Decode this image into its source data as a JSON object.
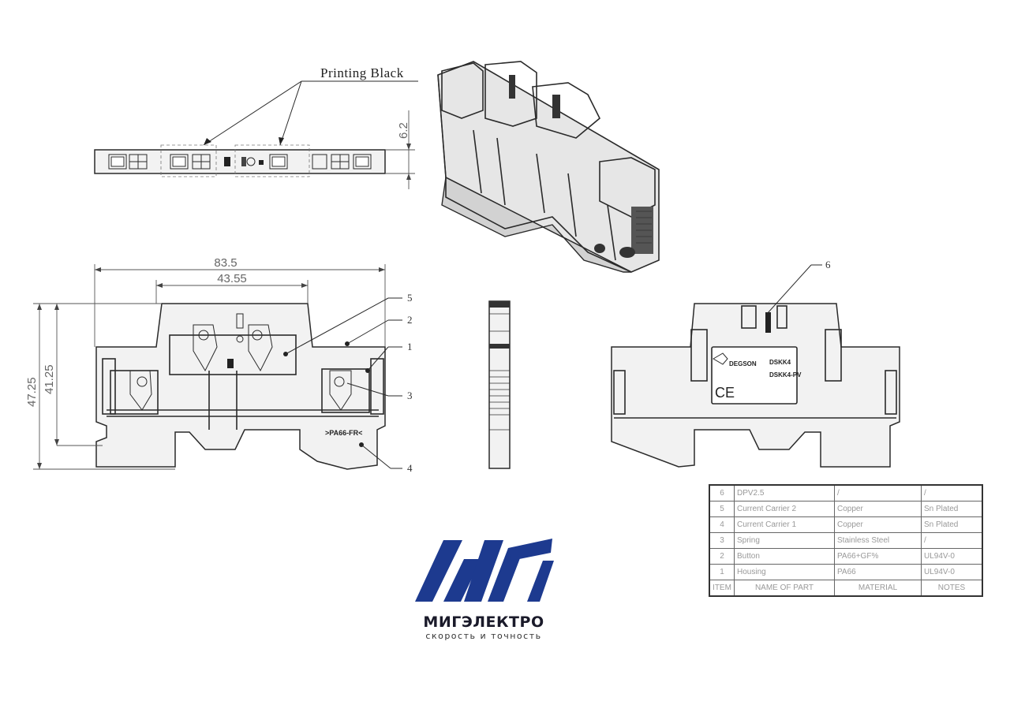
{
  "annotations": {
    "printing_label": "Printing Black",
    "product_marking": [
      "DSKK4",
      "DSKK4-PV"
    ],
    "brand_marking": "DEGSON",
    "ce_mark": "CE",
    "material_marking": ">PA66-FR<"
  },
  "dimensions": {
    "height_top": "6.2",
    "total_width": "83.5",
    "inner_width": "43.55",
    "total_height": "47.25",
    "inner_height": "41.25"
  },
  "callouts": [
    "1",
    "2",
    "3",
    "4",
    "5",
    "6"
  ],
  "bom": {
    "headers": [
      "ITEM",
      "NAME OF PART",
      "MATERIAL",
      "NOTES"
    ],
    "rows": [
      {
        "item": "6",
        "name": "DPV2.5",
        "material": "/",
        "notes": "/"
      },
      {
        "item": "5",
        "name": "Current Carrier 2",
        "material": "Copper",
        "notes": "Sn Plated"
      },
      {
        "item": "4",
        "name": "Current Carrier 1",
        "material": "Copper",
        "notes": "Sn Plated"
      },
      {
        "item": "3",
        "name": "Spring",
        "material": "Stainless Steel",
        "notes": "/"
      },
      {
        "item": "2",
        "name": "Button",
        "material": "PA66+GF%",
        "notes": "UL94V-0"
      },
      {
        "item": "1",
        "name": "Housing",
        "material": "PA66",
        "notes": "UL94V-0"
      }
    ]
  },
  "logo": {
    "name": "МИГЭЛЕКТРО",
    "tagline": "скорость и точность",
    "color": "#1d3a8f"
  }
}
